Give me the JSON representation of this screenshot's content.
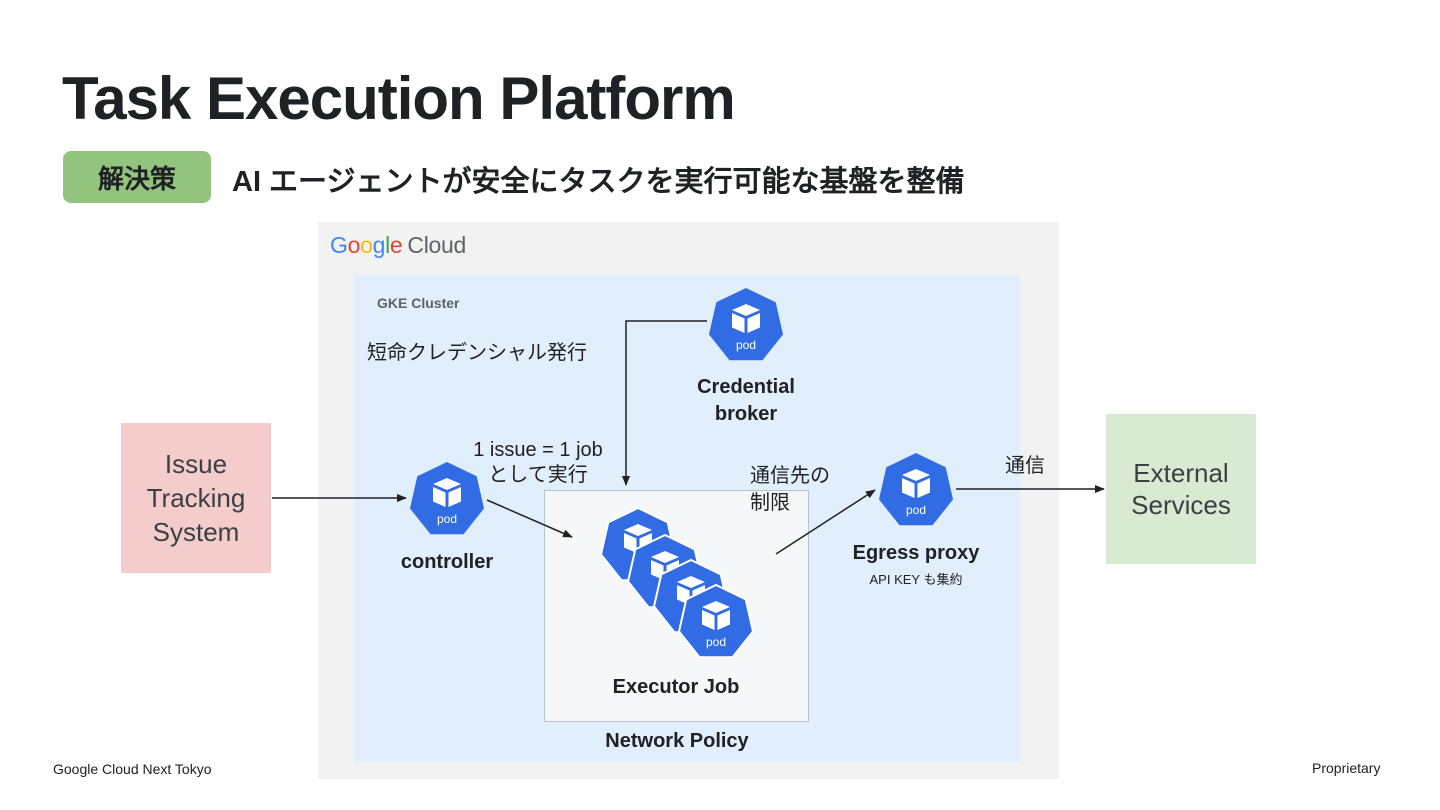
{
  "header": {
    "title": "Task Execution Platform",
    "badge": "解決策",
    "subtitle": "AI エージェントが安全にタスクを実行可能な基盤を整備"
  },
  "cloud": {
    "logo_google": [
      "G",
      "o",
      "o",
      "g",
      "l",
      "e"
    ],
    "logo_cloud": "Cloud",
    "gke_label": "GKE Cluster",
    "credential_note": "短命クレデンシャル発行"
  },
  "nodes": {
    "issue_tracking": [
      "Issue",
      "Tracking",
      "System"
    ],
    "external_services": [
      "External",
      "Services"
    ],
    "credential_broker": [
      "Credential",
      "broker"
    ],
    "controller": "controller",
    "executor_job": "Executor Job",
    "network_policy": "Network Policy",
    "egress_proxy": "Egress proxy",
    "egress_note": "API KEY も集約",
    "pod_label": "pod"
  },
  "annotations": {
    "job_rule": [
      "1 issue = 1 job",
      "として実行"
    ],
    "destination_limit": [
      "通信先の",
      "制限"
    ],
    "communication": "通信"
  },
  "footer": {
    "left": "Google Cloud Next Tokyo",
    "right": "Proprietary"
  },
  "colors": {
    "pod_blue": "#326ce5",
    "badge_green": "#93c47d",
    "issue_box": "#f4cccc",
    "external_box": "#d9ead3",
    "gke_bg": "#e1eefb",
    "gcp_bg": "#f2f2f2"
  },
  "icons": {
    "pod": "kubernetes-pod-icon"
  }
}
